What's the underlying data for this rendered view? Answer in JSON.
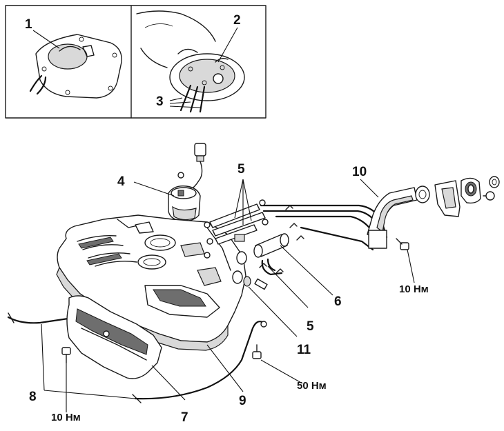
{
  "callouts": {
    "c1": "1",
    "c2": "2",
    "c3": "3",
    "c4": "4",
    "c5a": "5",
    "c5b": "5",
    "c6": "6",
    "c7": "7",
    "c8": "8",
    "c9": "9",
    "c10": "10",
    "c11": "11"
  },
  "torques": {
    "t_filler": "10 Нм",
    "t_strap": "50 Нм",
    "t_shield": "10 Нм"
  }
}
